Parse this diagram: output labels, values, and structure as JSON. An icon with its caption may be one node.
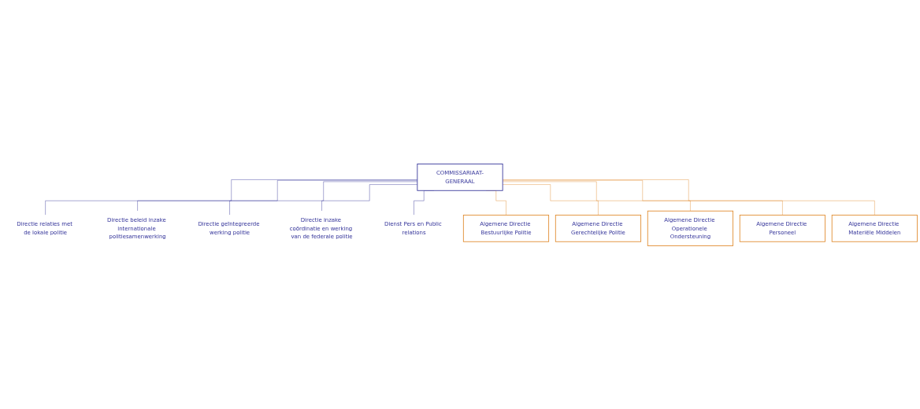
{
  "diagram": {
    "nodes": [
      {
        "text": [
          "COMMISSARIAAT-GENERAAL"
        ]
      },
      {
        "text": [
          "Directie relaties met de lokale politie"
        ]
      },
      {
        "text": [
          "Directie beleid inzake internationale politiesamenwerking"
        ]
      },
      {
        "text": [
          "Directie geïntegreerde werking politie"
        ]
      },
      {
        "text": [
          "Directie inzake coördinatie en werking van de federale politie"
        ]
      },
      {
        "text": [
          "Dienst Pers en Public relations"
        ]
      },
      {
        "text": [
          "Algemene Directie Bestuurlijke Politie"
        ]
      },
      {
        "text": [
          "Algemene Directie Gerechtelijke Politie"
        ]
      },
      {
        "text": [
          "Algemene Directie Operationele Ondersteuning"
        ]
      },
      {
        "text": [
          "Algemene Directie Personeel"
        ]
      },
      {
        "text": [
          "Algemene Directie Materiële Middelen"
        ]
      }
    ],
    "edges": [
      {
        "from": 0,
        "to": 1,
        "arrow": "none",
        "color": "#333399"
      },
      {
        "from": 0,
        "to": 2,
        "arrow": "none",
        "color": "#333399"
      },
      {
        "from": 0,
        "to": 3,
        "arrow": "none",
        "color": "#333399"
      },
      {
        "from": 0,
        "to": 4,
        "arrow": "none",
        "color": "#333399"
      },
      {
        "from": 0,
        "to": 5,
        "arrow": "none",
        "color": "#333399"
      },
      {
        "from": 0,
        "to": 6,
        "arrow": "none",
        "color": "#e08a2c"
      },
      {
        "from": 0,
        "to": 7,
        "arrow": "none",
        "color": "#e08a2c"
      },
      {
        "from": 0,
        "to": 8,
        "arrow": "none",
        "color": "#e08a2c"
      },
      {
        "from": 0,
        "to": 9,
        "arrow": "none",
        "color": "#e08a2c"
      },
      {
        "from": 0,
        "to": 10,
        "arrow": "none",
        "color": "#e08a2c"
      }
    ]
  }
}
